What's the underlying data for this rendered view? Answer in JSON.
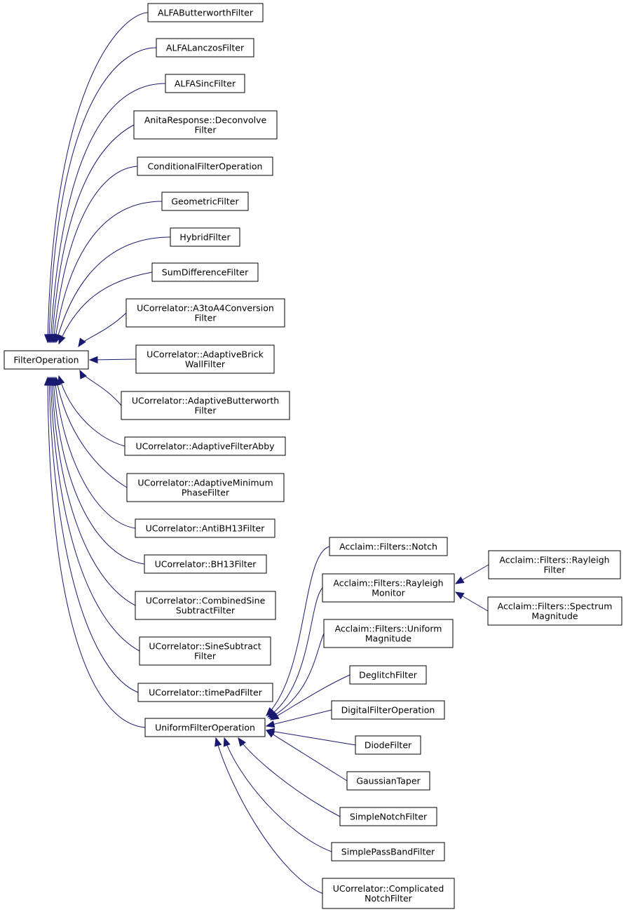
{
  "colors": {
    "edge": "#191970",
    "node_border": "#000000",
    "node_fill": "#ffffff",
    "background": "#ffffff"
  },
  "nodes": [
    {
      "id": "filter-operation",
      "lines": [
        "FilterOperation"
      ]
    },
    {
      "id": "alfa-butterworth-filter",
      "lines": [
        "ALFAButterworthFilter"
      ]
    },
    {
      "id": "alfa-lanczos-filter",
      "lines": [
        "ALFALanczosFilter"
      ]
    },
    {
      "id": "alfa-sinc-filter",
      "lines": [
        "ALFASincFilter"
      ]
    },
    {
      "id": "anita-response-deconvolve-filter",
      "lines": [
        "AnitaResponse::Deconvolve",
        "Filter"
      ]
    },
    {
      "id": "conditional-filter-operation",
      "lines": [
        "ConditionalFilterOperation"
      ]
    },
    {
      "id": "geometric-filter",
      "lines": [
        "GeometricFilter"
      ]
    },
    {
      "id": "hybrid-filter",
      "lines": [
        "HybridFilter"
      ]
    },
    {
      "id": "sum-difference-filter",
      "lines": [
        "SumDifferenceFilter"
      ]
    },
    {
      "id": "ucorrelator-a3toa4-conversion-filter",
      "lines": [
        "UCorrelator::A3toA4Conversion",
        "Filter"
      ]
    },
    {
      "id": "ucorrelator-adaptive-brick-wall-filter",
      "lines": [
        "UCorrelator::AdaptiveBrick",
        "WallFilter"
      ]
    },
    {
      "id": "ucorrelator-adaptive-butterworth-filter",
      "lines": [
        "UCorrelator::AdaptiveButterworth",
        "Filter"
      ]
    },
    {
      "id": "ucorrelator-adaptive-filter-abby",
      "lines": [
        "UCorrelator::AdaptiveFilterAbby"
      ]
    },
    {
      "id": "ucorrelator-adaptive-minimum-phase-filter",
      "lines": [
        "UCorrelator::AdaptiveMinimum",
        "PhaseFilter"
      ]
    },
    {
      "id": "ucorrelator-antibh13-filter",
      "lines": [
        "UCorrelator::AntiBH13Filter"
      ]
    },
    {
      "id": "ucorrelator-bh13-filter",
      "lines": [
        "UCorrelator::BH13Filter"
      ]
    },
    {
      "id": "ucorrelator-combined-sine-subtract-filter",
      "lines": [
        "UCorrelator::CombinedSine",
        "SubtractFilter"
      ]
    },
    {
      "id": "ucorrelator-sine-subtract-filter",
      "lines": [
        "UCorrelator::SineSubtract",
        "Filter"
      ]
    },
    {
      "id": "ucorrelator-timepad-filter",
      "lines": [
        "UCorrelator::timePadFilter"
      ]
    },
    {
      "id": "uniform-filter-operation",
      "lines": [
        "UniformFilterOperation"
      ]
    },
    {
      "id": "acclaim-filters-notch",
      "lines": [
        "Acclaim::Filters::Notch"
      ]
    },
    {
      "id": "acclaim-filters-rayleigh-monitor",
      "lines": [
        "Acclaim::Filters::Rayleigh",
        "Monitor"
      ]
    },
    {
      "id": "acclaim-filters-uniform-magnitude",
      "lines": [
        "Acclaim::Filters::Uniform",
        "Magnitude"
      ]
    },
    {
      "id": "deglitch-filter",
      "lines": [
        "DeglitchFilter"
      ]
    },
    {
      "id": "digital-filter-operation",
      "lines": [
        "DigitalFilterOperation"
      ]
    },
    {
      "id": "diode-filter",
      "lines": [
        "DiodeFilter"
      ]
    },
    {
      "id": "gaussian-taper",
      "lines": [
        "GaussianTaper"
      ]
    },
    {
      "id": "simple-notch-filter",
      "lines": [
        "SimpleNotchFilter"
      ]
    },
    {
      "id": "simple-pass-band-filter",
      "lines": [
        "SimplePassBandFilter"
      ]
    },
    {
      "id": "ucorrelator-complicated-notch-filter",
      "lines": [
        "UCorrelator::Complicated",
        "NotchFilter"
      ]
    },
    {
      "id": "acclaim-filters-rayleigh-filter",
      "lines": [
        "Acclaim::Filters::Rayleigh",
        "Filter"
      ]
    },
    {
      "id": "acclaim-filters-spectrum-magnitude",
      "lines": [
        "Acclaim::Filters::Spectrum",
        "Magnitude"
      ]
    }
  ],
  "edges": [
    {
      "from": "alfa-butterworth-filter",
      "to": "filter-operation"
    },
    {
      "from": "alfa-lanczos-filter",
      "to": "filter-operation"
    },
    {
      "from": "alfa-sinc-filter",
      "to": "filter-operation"
    },
    {
      "from": "anita-response-deconvolve-filter",
      "to": "filter-operation"
    },
    {
      "from": "conditional-filter-operation",
      "to": "filter-operation"
    },
    {
      "from": "geometric-filter",
      "to": "filter-operation"
    },
    {
      "from": "hybrid-filter",
      "to": "filter-operation"
    },
    {
      "from": "sum-difference-filter",
      "to": "filter-operation"
    },
    {
      "from": "ucorrelator-a3toa4-conversion-filter",
      "to": "filter-operation"
    },
    {
      "from": "ucorrelator-adaptive-brick-wall-filter",
      "to": "filter-operation"
    },
    {
      "from": "ucorrelator-adaptive-butterworth-filter",
      "to": "filter-operation"
    },
    {
      "from": "ucorrelator-adaptive-filter-abby",
      "to": "filter-operation"
    },
    {
      "from": "ucorrelator-adaptive-minimum-phase-filter",
      "to": "filter-operation"
    },
    {
      "from": "ucorrelator-antibh13-filter",
      "to": "filter-operation"
    },
    {
      "from": "ucorrelator-bh13-filter",
      "to": "filter-operation"
    },
    {
      "from": "ucorrelator-combined-sine-subtract-filter",
      "to": "filter-operation"
    },
    {
      "from": "ucorrelator-sine-subtract-filter",
      "to": "filter-operation"
    },
    {
      "from": "ucorrelator-timepad-filter",
      "to": "filter-operation"
    },
    {
      "from": "uniform-filter-operation",
      "to": "filter-operation"
    },
    {
      "from": "acclaim-filters-notch",
      "to": "uniform-filter-operation"
    },
    {
      "from": "acclaim-filters-rayleigh-monitor",
      "to": "uniform-filter-operation"
    },
    {
      "from": "acclaim-filters-uniform-magnitude",
      "to": "uniform-filter-operation"
    },
    {
      "from": "deglitch-filter",
      "to": "uniform-filter-operation"
    },
    {
      "from": "digital-filter-operation",
      "to": "uniform-filter-operation"
    },
    {
      "from": "diode-filter",
      "to": "uniform-filter-operation"
    },
    {
      "from": "gaussian-taper",
      "to": "uniform-filter-operation"
    },
    {
      "from": "simple-notch-filter",
      "to": "uniform-filter-operation"
    },
    {
      "from": "simple-pass-band-filter",
      "to": "uniform-filter-operation"
    },
    {
      "from": "ucorrelator-complicated-notch-filter",
      "to": "uniform-filter-operation"
    },
    {
      "from": "acclaim-filters-rayleigh-filter",
      "to": "acclaim-filters-rayleigh-monitor"
    },
    {
      "from": "acclaim-filters-spectrum-magnitude",
      "to": "acclaim-filters-rayleigh-monitor"
    }
  ]
}
